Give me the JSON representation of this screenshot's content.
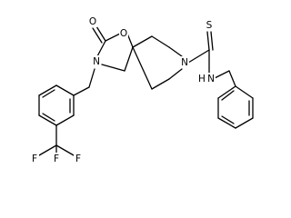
{
  "atoms": {
    "ring_oxygen": "O",
    "carbonyl_oxygen": "O",
    "oxazolidinone_nitrogen": "N",
    "piperidine_nitrogen": "N",
    "thione_sulfur": "S",
    "amide_hydrogen_nitrogen": "H",
    "amide_nitrogen": "N",
    "fluorine_top": "F",
    "fluorine_left": "F",
    "fluorine_right": "F"
  },
  "colors": {
    "bond": "#000000",
    "label": "#000000",
    "background": "#ffffff"
  }
}
